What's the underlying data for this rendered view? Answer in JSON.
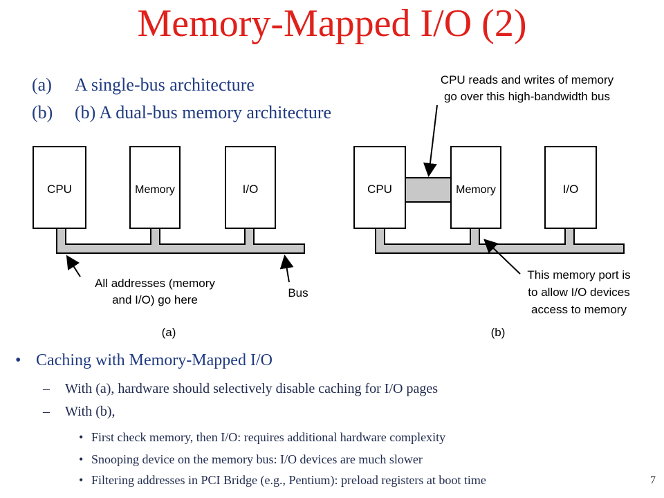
{
  "slide": {
    "title": "Memory-Mapped I/O (2)",
    "page_number": "7"
  },
  "captions": [
    {
      "tag": "(a)",
      "text": "A single-bus architecture"
    },
    {
      "tag": "(b)",
      "text": "(b) A dual-bus memory architecture"
    }
  ],
  "diagram_a": {
    "boxes": [
      "CPU",
      "Memory",
      "I/O"
    ],
    "note_addresses_line1": "All addresses (memory",
    "note_addresses_line2": "and I/O) go here",
    "note_bus": "Bus",
    "label": "(a)"
  },
  "diagram_b": {
    "boxes": [
      "CPU",
      "Memory",
      "I/O"
    ],
    "note_top_line1": "CPU reads and writes of memory",
    "note_top_line2": "go over this high-bandwidth bus",
    "note_port_line1": "This memory port is",
    "note_port_line2": "to allow I/O devices",
    "note_port_line3": "access to memory",
    "label": "(b)"
  },
  "bullets": {
    "l1": {
      "mark": "•",
      "text": "Caching with Memory-Mapped I/O"
    },
    "l2": [
      {
        "mark": "–",
        "text": "With (a), hardware should selectively disable caching for I/O pages"
      },
      {
        "mark": "–",
        "text": "With (b),"
      }
    ],
    "l3": [
      {
        "mark": "•",
        "text": "First check memory, then I/O: requires additional hardware complexity"
      },
      {
        "mark": "•",
        "text": "Snooping device on the memory bus: I/O devices are much slower"
      },
      {
        "mark": "•",
        "text": "Filtering addresses in PCI Bridge (e.g., Pentium): preload registers at boot time"
      }
    ]
  },
  "colors": {
    "title": "#e0201b",
    "caption": "#1f3a80",
    "bus_fill": "#c8c8c8"
  }
}
